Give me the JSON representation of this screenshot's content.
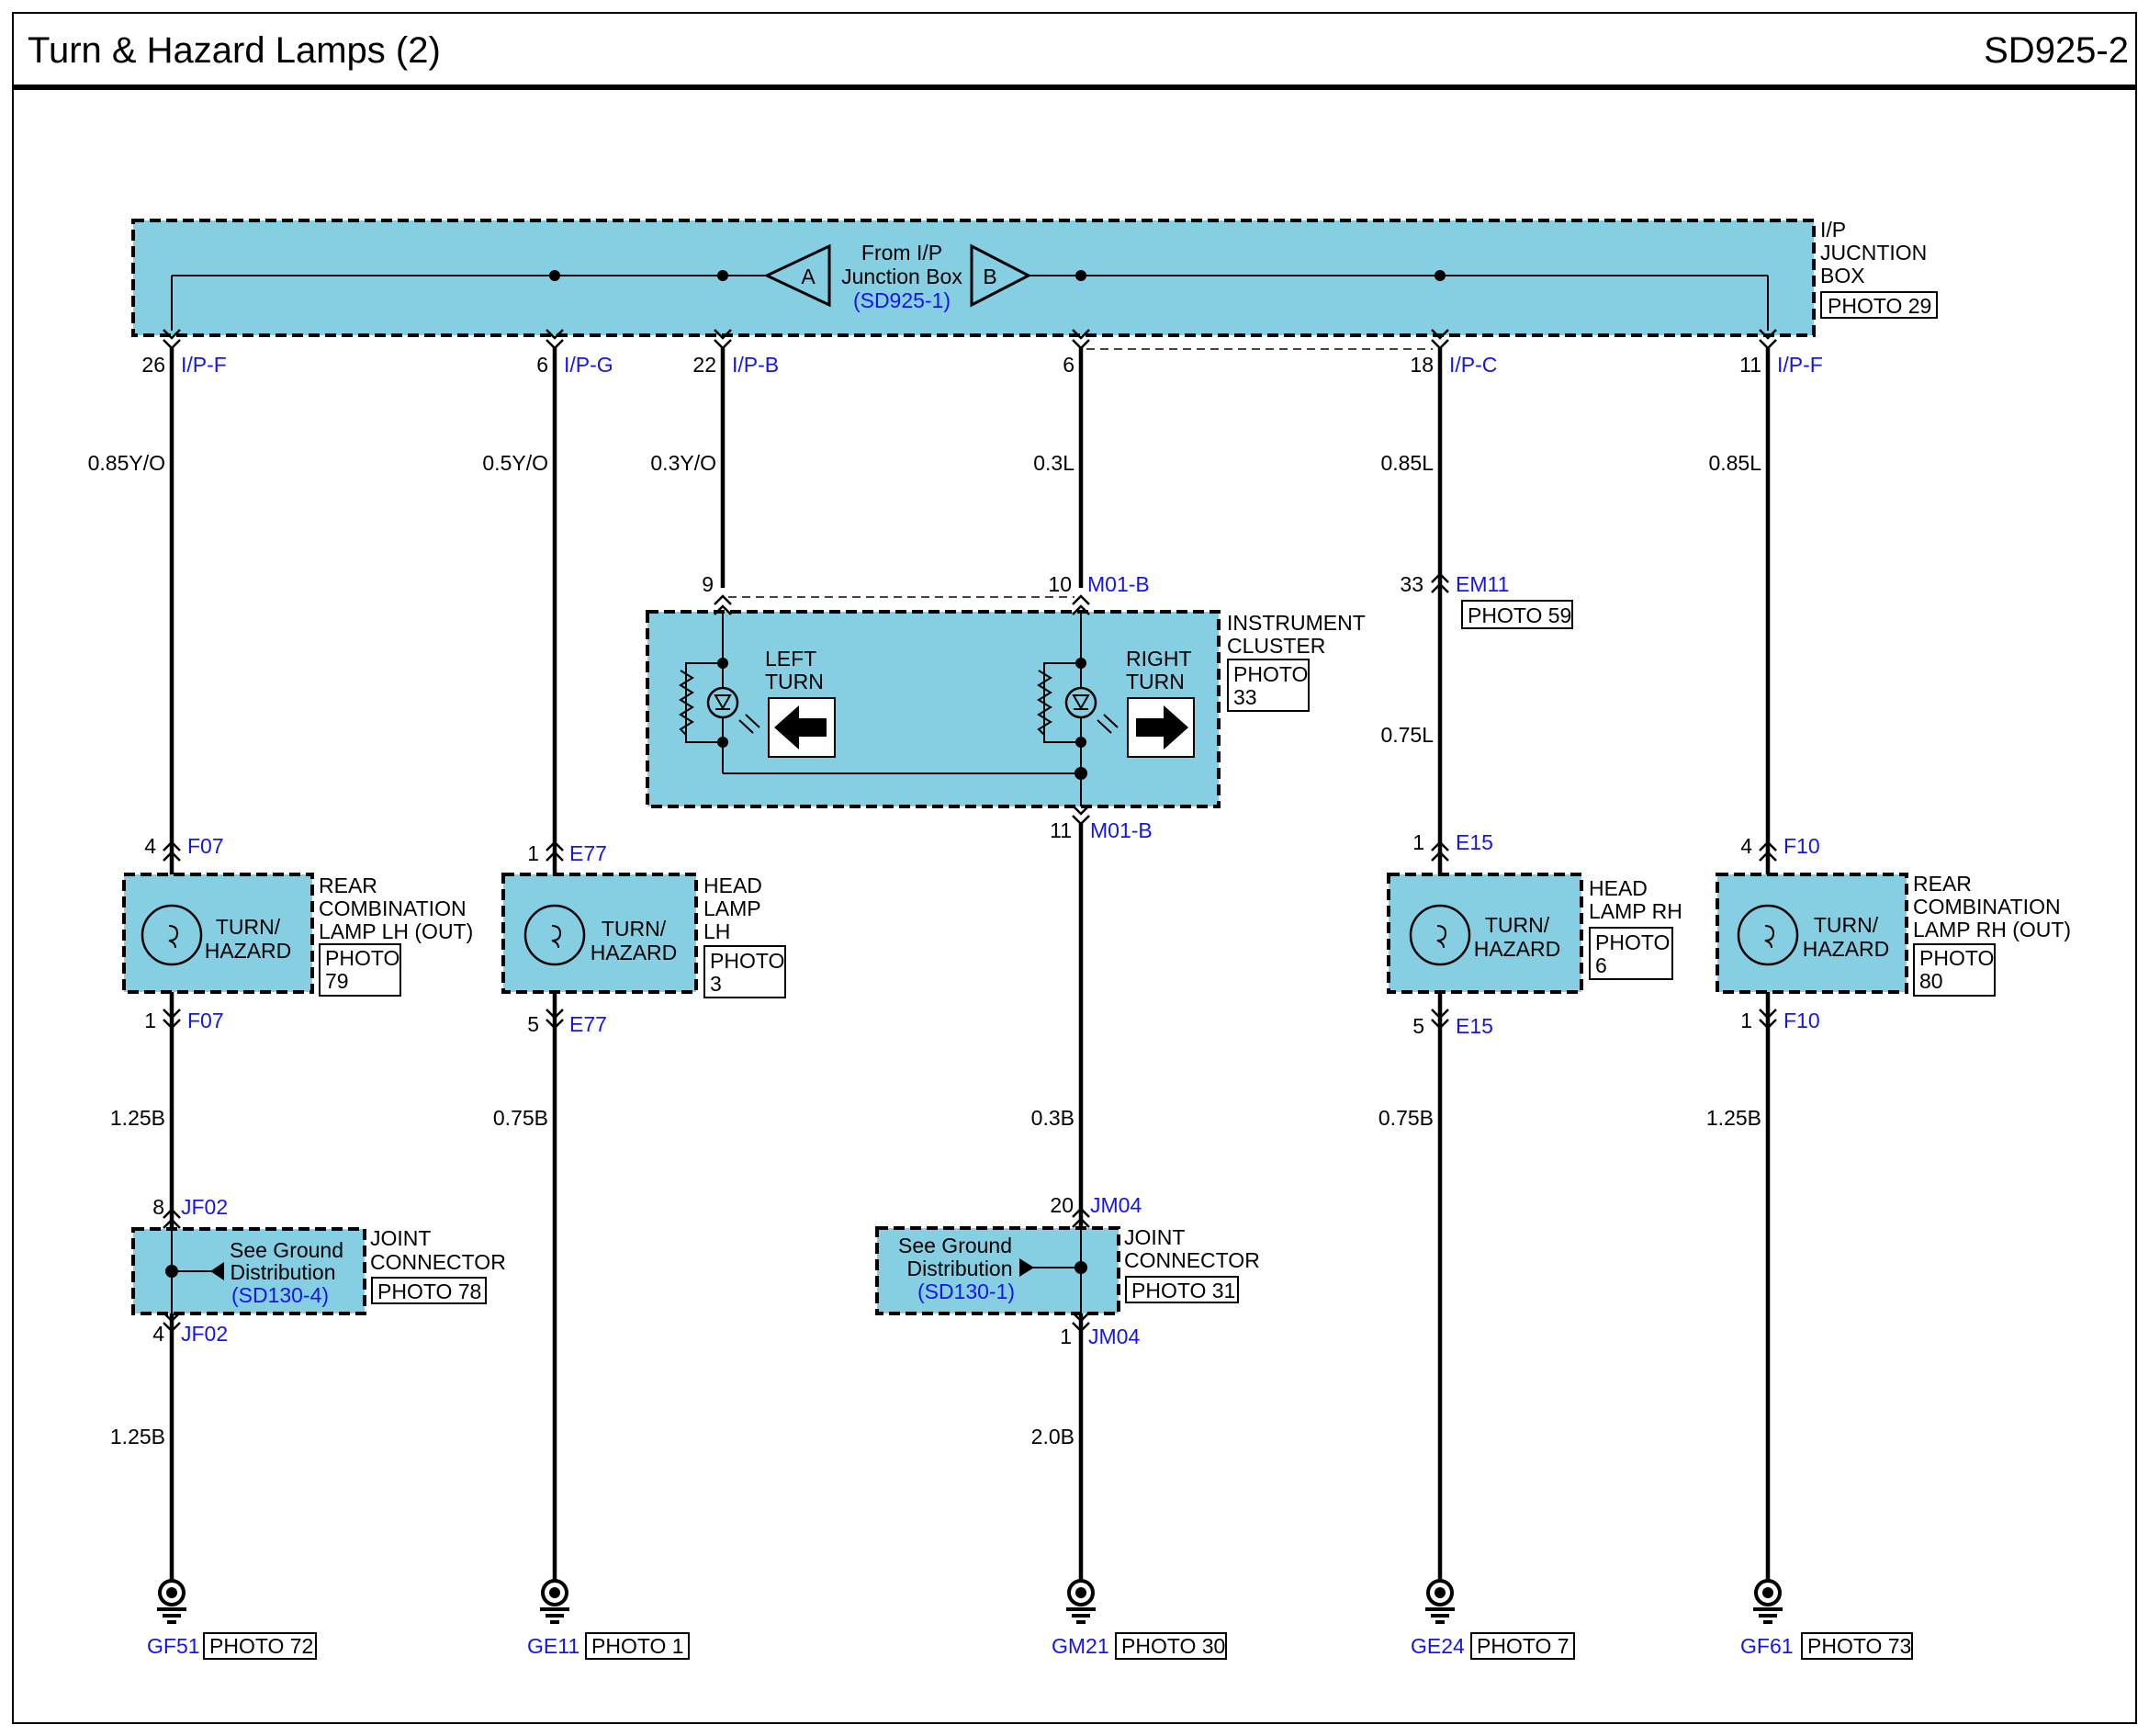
{
  "header": {
    "title": "Turn & Hazard Lamps (2)",
    "code": "SD925-2"
  },
  "junction_box": {
    "name_lines": [
      "I/P",
      "JUCNTION",
      "BOX"
    ],
    "photo": "PHOTO 29",
    "from_lines": [
      "From I/P",
      "Junction Box",
      "(SD925-1)"
    ],
    "tag_a": "A",
    "tag_b": "B"
  },
  "pins": {
    "c1": {
      "num": "26",
      "conn": "I/P-F"
    },
    "c2": {
      "num": "6",
      "conn": "I/P-G"
    },
    "c3": {
      "num": "22",
      "conn": "I/P-B"
    },
    "c4": {
      "num": "6",
      "conn": ""
    },
    "c5": {
      "num": "18",
      "conn": "I/P-C"
    },
    "c6": {
      "num": "11",
      "conn": "I/P-F"
    }
  },
  "wires_top": {
    "c1": "0.85Y/O",
    "c2": "0.5Y/O",
    "c3": "0.3Y/O",
    "c4": "0.3L",
    "c5": "0.85L",
    "c6": "0.85L"
  },
  "em11": {
    "num": "33",
    "conn": "EM11",
    "photo": "PHOTO 59",
    "wire_below": "0.75L"
  },
  "instrument_cluster": {
    "name_lines": [
      "INSTRUMENT",
      "CLUSTER"
    ],
    "photo_lines": [
      "PHOTO",
      "33"
    ],
    "pin_left": "9",
    "pin_right": "10",
    "conn_top": "M01-B",
    "pin_bottom": "11",
    "conn_bottom": "M01-B",
    "left_label": [
      "LEFT",
      "TURN"
    ],
    "right_label": [
      "RIGHT",
      "TURN"
    ]
  },
  "lamps": {
    "c1": {
      "pin_in": "4",
      "conn": "F07",
      "pin_out": "1",
      "label": [
        "TURN/",
        "HAZARD"
      ],
      "name_lines": [
        "REAR",
        "COMBINATION",
        "LAMP LH (OUT)"
      ],
      "photo_lines": [
        "PHOTO",
        "79"
      ]
    },
    "c2": {
      "pin_in": "1",
      "conn": "E77",
      "pin_out": "5",
      "label": [
        "TURN/",
        "HAZARD"
      ],
      "name_lines": [
        "HEAD",
        "LAMP",
        "LH"
      ],
      "photo_lines": [
        "PHOTO",
        "3"
      ]
    },
    "c5": {
      "pin_in": "1",
      "conn": "E15",
      "pin_out": "5",
      "label": [
        "TURN/",
        "HAZARD"
      ],
      "name_lines": [
        "HEAD",
        "LAMP RH"
      ],
      "photo_lines": [
        "PHOTO",
        "6"
      ]
    },
    "c6": {
      "pin_in": "4",
      "conn": "F10",
      "pin_out": "1",
      "label": [
        "TURN/",
        "HAZARD"
      ],
      "name_lines": [
        "REAR",
        "COMBINATION",
        "LAMP RH (OUT)"
      ],
      "photo_lines": [
        "PHOTO",
        "80"
      ]
    }
  },
  "wires_mid": {
    "c1": "1.25B",
    "c2": "0.75B",
    "c4": "0.3B",
    "c5": "0.75B",
    "c6": "1.25B"
  },
  "joints": {
    "jf02": {
      "pin_top": "8",
      "pin_bottom": "4",
      "conn": "JF02",
      "text_lines": [
        "See Ground",
        "Distribution",
        "(SD130-4)"
      ],
      "name_lines": [
        "JOINT",
        "CONNECTOR"
      ],
      "photo": "PHOTO 78"
    },
    "jm04": {
      "pin_top": "20",
      "pin_bottom": "1",
      "conn": "JM04",
      "text_lines": [
        "See Ground",
        "Distribution",
        "(SD130-1)"
      ],
      "name_lines": [
        "JOINT",
        "CONNECTOR"
      ],
      "photo": "PHOTO 31"
    }
  },
  "wires_low": {
    "c1": "1.25B",
    "c4": "2.0B"
  },
  "grounds": {
    "c1": {
      "id": "GF51",
      "photo": "PHOTO 72"
    },
    "c2": {
      "id": "GE11",
      "photo": "PHOTO 1"
    },
    "c4": {
      "id": "GM21",
      "photo": "PHOTO 30"
    },
    "c5": {
      "id": "GE24",
      "photo": "PHOTO 7"
    },
    "c6": {
      "id": "GF61",
      "photo": "PHOTO 73"
    }
  },
  "colors": {
    "module_fill": "#86cfe3",
    "connector_text": "#1515e6",
    "wire": "#000000"
  }
}
